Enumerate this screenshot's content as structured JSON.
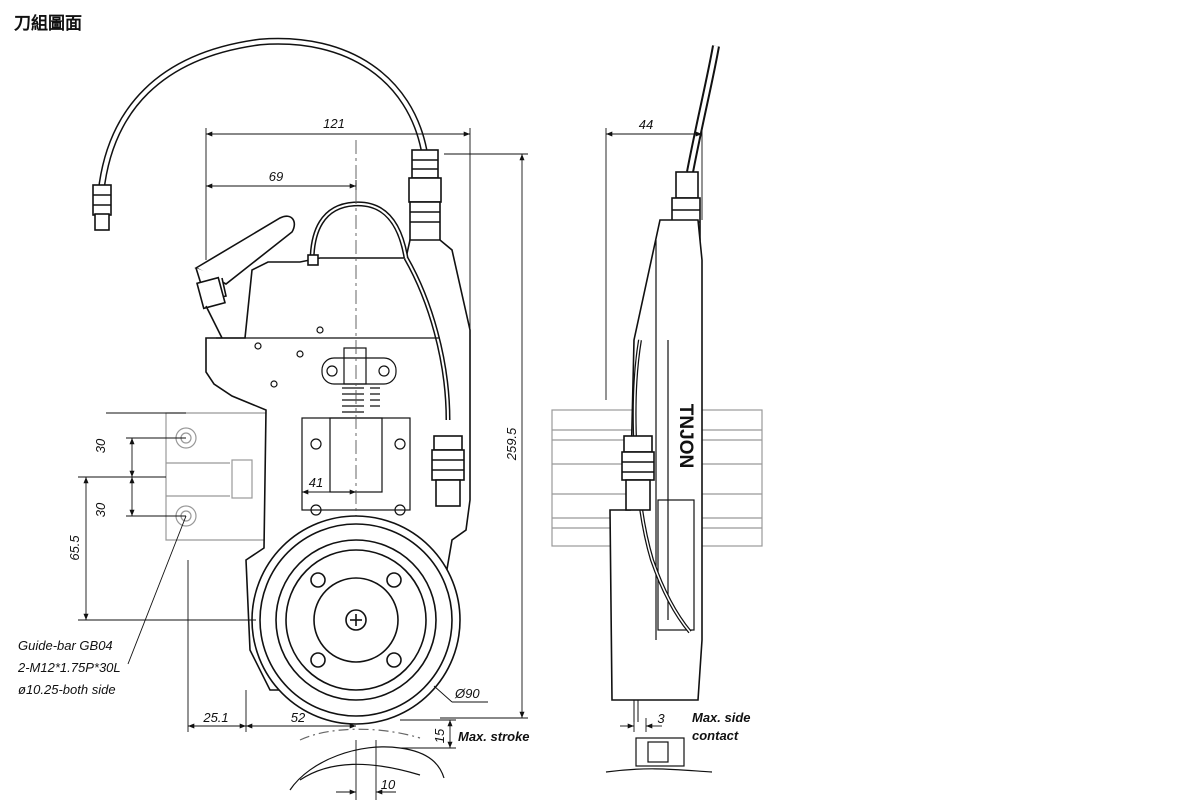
{
  "title": "刀組圖面",
  "dimensions": {
    "width_121": "121",
    "width_69": "69",
    "width_44": "44",
    "height_259_5": "259.5",
    "spacing_30_a": "30",
    "spacing_30_b": "30",
    "height_65_5": "65.5",
    "width_41": "41",
    "offset_25_1": "25.1",
    "width_52": "52",
    "stroke_15": "15",
    "width_10": "10",
    "side_3": "3",
    "diameter_90": "Ø90"
  },
  "labels": {
    "max_stroke": "Max. stroke",
    "max_side_line1": "Max. side",
    "max_side_line2": "contact",
    "guide_line1": "Guide-bar GB04",
    "guide_line2": "2-M12*1.75P*30L",
    "guide_line3": "ø10.25-both side",
    "brand": "TNJON"
  }
}
